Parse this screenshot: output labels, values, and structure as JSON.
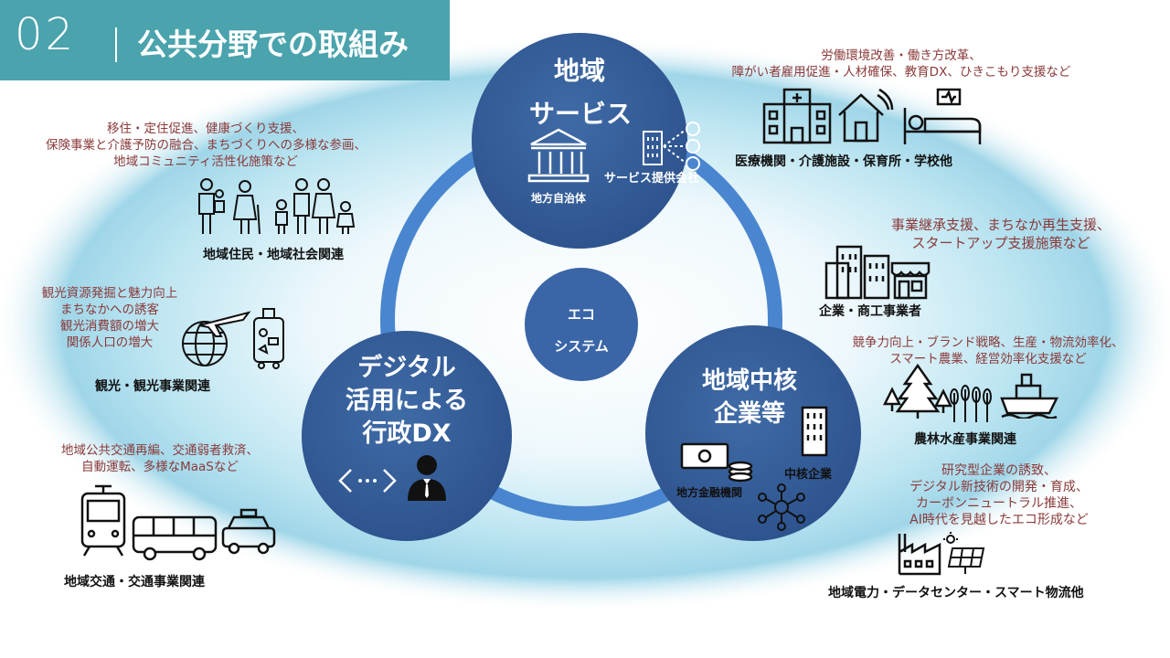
{
  "header": {
    "number": "02",
    "title": "公共分野での取組み"
  },
  "center": {
    "line1": "エコ",
    "line2": "システム"
  },
  "circles": {
    "top": {
      "line1": "地域",
      "line2": "サービス",
      "sub_left": "地方自治体",
      "sub_right": "サービス提供会社"
    },
    "left": {
      "line1": "デジタル",
      "line2": "活用による",
      "line3": "行政DX"
    },
    "right": {
      "line1": "地域中核",
      "line2": "企業等",
      "sub_left": "地方金融機関",
      "sub_right": "中核企業"
    }
  },
  "notes": {
    "residents": [
      "移住・定住促進、健康づくり支援、",
      "保険事業と介護予防の融合、まちづくりへの多様な参画、",
      "地域コミュニティ活性化施策など"
    ],
    "tourism": [
      "観光資源発掘と魅力向上",
      "まちなかへの誘客",
      "観光消費額の増大",
      "関係人口の増大"
    ],
    "transport": [
      "地域公共交通再編、交通弱者救済、",
      "自動運転、多様なMaaSなど"
    ],
    "medical": [
      "労働環境改善・働き方改革、",
      "障がい者雇用促進・人材確保、教育DX、ひきこもり支援など"
    ],
    "commerce": [
      "事業継承支援、まちなか再生支援、",
      "スタートアップ支援施策など"
    ],
    "agri": [
      "競争力向上・ブランド戦略、生産・物流効率化、",
      "スマート農業、経営効率化支援など"
    ],
    "energy": [
      "研究型企業の誘致、",
      "デジタル新技術の開発・育成、",
      "カーボンニュートラル推進、",
      "AI時代を見越したエコ形成など"
    ]
  },
  "categories": {
    "residents": "地域住民・地域社会関連",
    "tourism": "観光・観光事業関連",
    "transport": "地域交通・交通事業関連",
    "medical": "医療機関・介護施設・保育所・学校他",
    "commerce": "企業・商工事業者",
    "agri": "農林水産事業関連",
    "energy": "地域電力・データセンター・スマート物流他"
  },
  "colors": {
    "header": "#4aa3ad",
    "circle": "#2f5590",
    "ring": "#4a86cf",
    "note_text": "#8a3a3a",
    "glow": "#9fd6e8"
  }
}
